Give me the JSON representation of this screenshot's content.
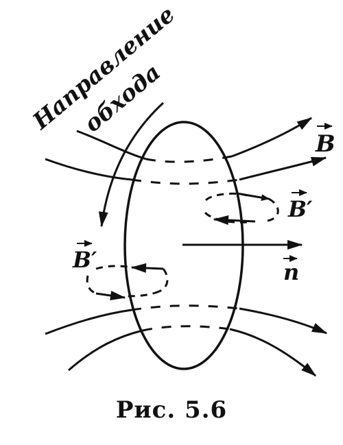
{
  "labels": {
    "traversal_line1": "Направление",
    "traversal_line2": "обхода",
    "field_main": "B",
    "field_induced_right": "B′",
    "field_induced_left": "B′",
    "normal": "n"
  },
  "caption": "Рис. 5.6",
  "colors": {
    "ink": "#111111",
    "background": "#ffffff"
  }
}
